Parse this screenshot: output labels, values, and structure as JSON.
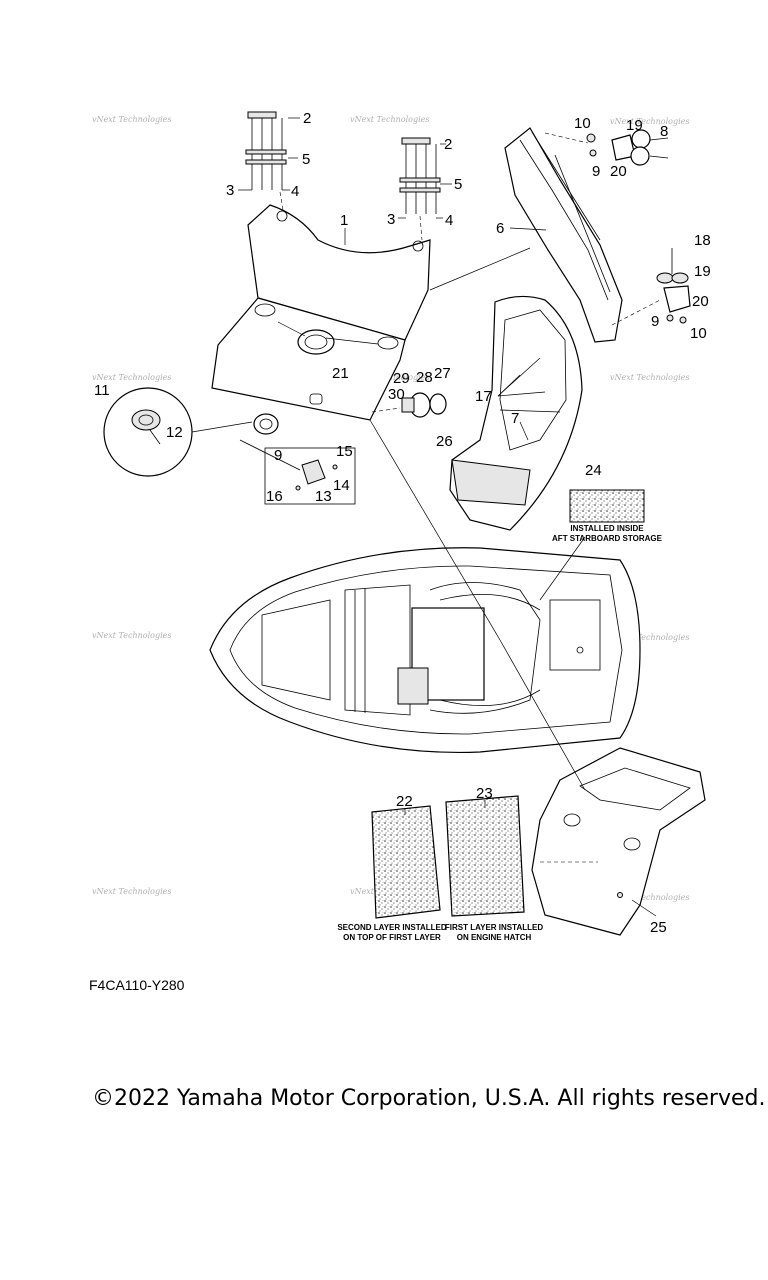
{
  "diagram": {
    "callouts": {
      "c1": "1",
      "c2a": "2",
      "c2b": "2",
      "c3a": "3",
      "c3b": "3",
      "c4a": "4",
      "c4b": "4",
      "c5a": "5",
      "c5b": "5",
      "c6": "6",
      "c7": "7",
      "c8": "8",
      "c9a": "9",
      "c9b": "9",
      "c9c": "9",
      "c10a": "10",
      "c10b": "10",
      "c11": "11",
      "c12": "12",
      "c13": "13",
      "c14": "14",
      "c15": "15",
      "c16": "16",
      "c17": "17",
      "c18": "18",
      "c19a": "19",
      "c19b": "19",
      "c20a": "20",
      "c20b": "20",
      "c21": "21",
      "c22": "22",
      "c23": "23",
      "c24": "24",
      "c25": "25",
      "c26": "26",
      "c27": "27",
      "c28": "28",
      "c29": "29",
      "c30": "30"
    },
    "notes": {
      "installed_inside_1": "INSTALLED INSIDE",
      "installed_inside_2": "AFT STARBOARD STORAGE",
      "second_layer_1": "SECOND LAYER INSTALLED",
      "second_layer_2": "ON TOP OF FIRST LAYER",
      "first_layer_1": "FIRST LAYER INSTALLED",
      "first_layer_2": "ON ENGINE HATCH"
    },
    "watermark": "vNext Technologies"
  },
  "figure_code": "F4CA110-Y280",
  "copyright": "©2022 Yamaha Motor Corporation, U.S.A. All rights reserved."
}
